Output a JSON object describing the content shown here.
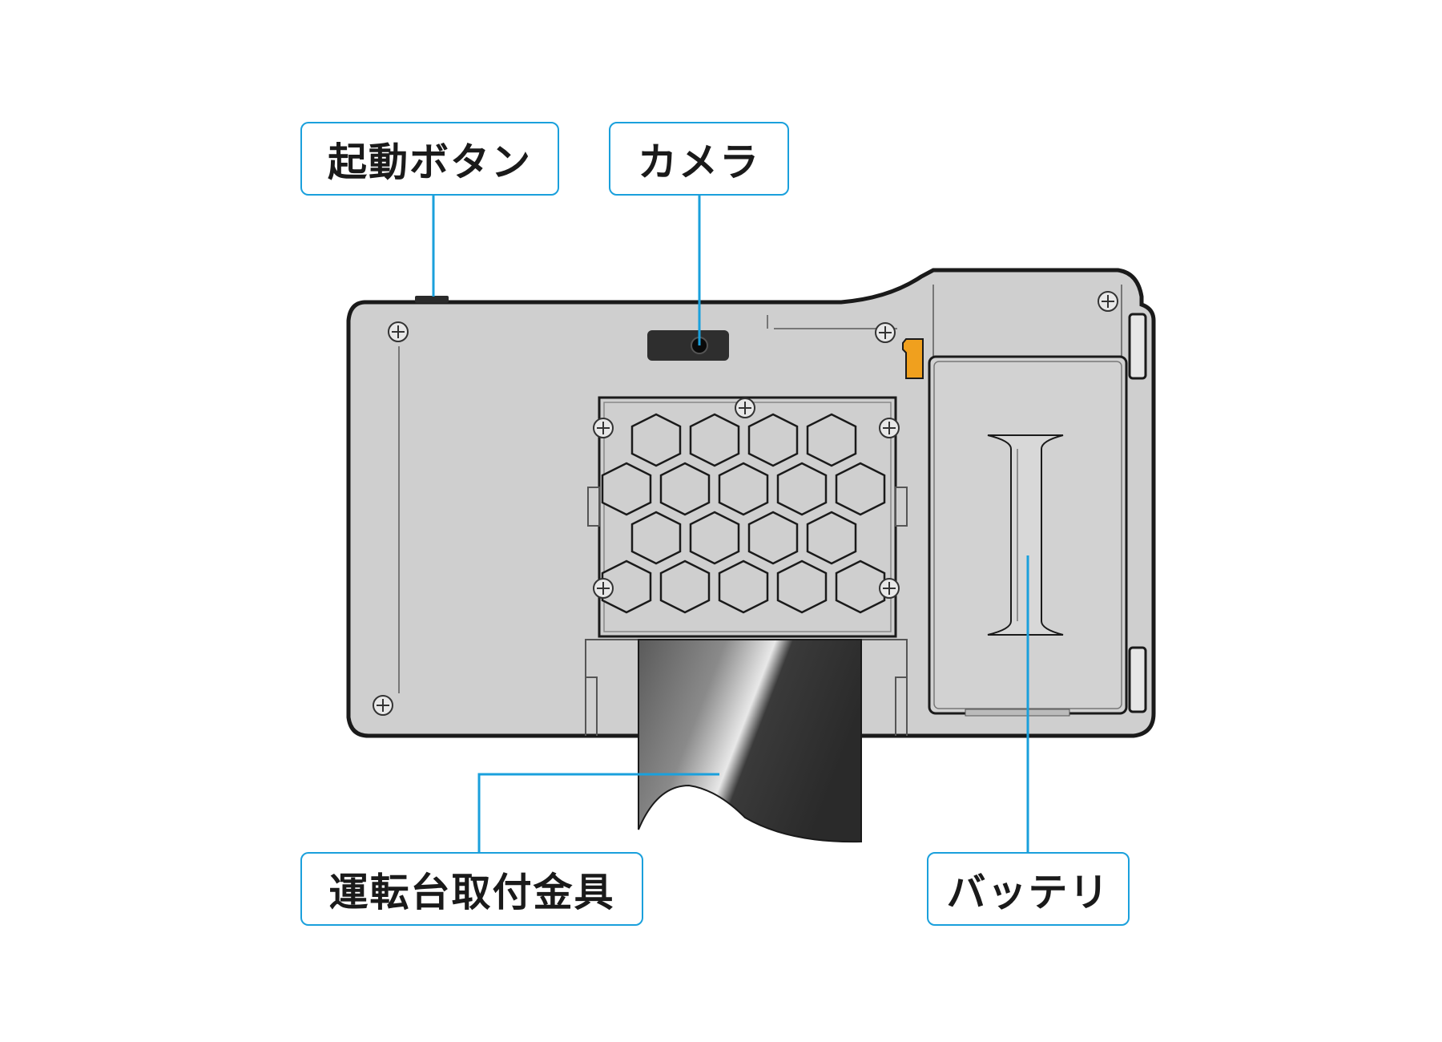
{
  "labels": {
    "start_button": "起動ボタン",
    "camera": "カメラ",
    "mount_bracket": "運転台取付金具",
    "battery": "バッテリ"
  },
  "colors": {
    "callout_line": "#1aa0dc",
    "device_body": "#cfcfcf",
    "device_outline": "#1a1a1a",
    "sd_card": "#f0a01e"
  }
}
